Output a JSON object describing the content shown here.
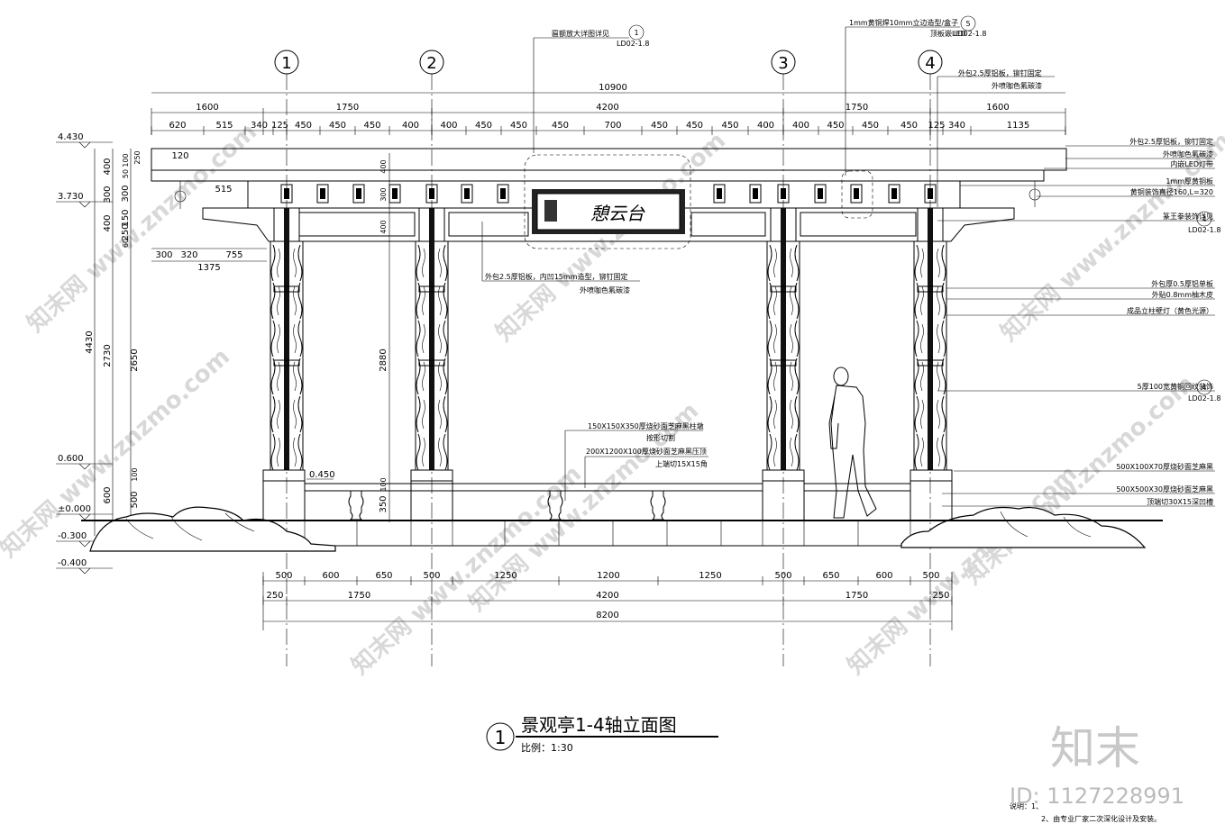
{
  "axes": {
    "a1": "1",
    "a2": "2",
    "a3": "3",
    "a4": "4"
  },
  "callout_top": {
    "text": "匾额放大详图详见",
    "num": "1",
    "ref": "LD02-1.8"
  },
  "callout_top_right": {
    "text1": "1mm黄铜焊10mm立边造型/盒子",
    "text2": "顶板嵌LED",
    "num": "5",
    "ref": "LD02-1.8"
  },
  "dims_top": {
    "total": "10900",
    "row2": [
      "1600",
      "1750",
      "4200",
      "1750",
      "1600"
    ],
    "row3": [
      "620",
      "515",
      "340",
      "125",
      "450",
      "450",
      "450",
      "400",
      "400",
      "450",
      "450",
      "450",
      "700",
      "450",
      "450",
      "450",
      "400",
      "400",
      "450",
      "450",
      "450",
      "125",
      "340",
      "1135"
    ]
  },
  "elev": {
    "e1": "4.430",
    "e2": "3.730",
    "e3": "0.600",
    "e4": "±0.000",
    "e5": "-0.300",
    "e6": "-0.400",
    "bench": "0.450"
  },
  "left_dims": {
    "outer": "4430",
    "mid1": "2730",
    "mid2": "600",
    "mid3": "300",
    "a": [
      "400",
      "300",
      "400",
      "150",
      "250",
      "60"
    ],
    "b": [
      "50",
      "100",
      "250",
      "300",
      "150"
    ],
    "col": "2650",
    "base": [
      "100",
      "500",
      "300"
    ],
    "small": [
      "120",
      "515",
      "300",
      "320",
      "755",
      "1375"
    ]
  },
  "center_dims": {
    "h1": "400",
    "h2": "300",
    "h3": "400",
    "h4": "2880",
    "h5": "100",
    "h6": "350"
  },
  "sign_text": "憩云台",
  "right_notes": [
    "外包2.5厚铝板，铆钉固定",
    "外喷咖色氟碳漆",
    "内嵌LED灯带",
    "1mm厚黄铜板",
    "黄铜装饰直径160,L=320",
    "篆王拳装饰详见",
    "外包厚0.5厚铝单板",
    "外贴0.8mm柚木皮",
    "成品立柱壁灯（黄色光源）",
    "5厚100宽黄铜回纹装饰",
    "500X100X70厚烧砂面芝麻黑",
    "500X500X30厚烧砂面芝麻黑",
    "顶端切30X15深凹槽"
  ],
  "right_top_notes": [
    "外包2.5厚铝板，铆钉固定",
    "外喷咖色氟碳漆"
  ],
  "ref_circles": [
    {
      "num": "4",
      "ref": "LD02-1.8"
    },
    {
      "num": "4",
      "ref": "LD02-1.8"
    }
  ],
  "center_notes": [
    "外包2.5厚铝板，内凹15mm造型，铆钉固定",
    "外喷咖色氟碳漆"
  ],
  "bench_notes": [
    "150X150X350厚烧砂面芝麻黑柱墩",
    "按形切割",
    "200X1200X100厚烧砂面芝麻黑压顶",
    "上端切15X15角"
  ],
  "dims_bottom": {
    "row1": [
      "500",
      "600",
      "650",
      "500",
      "1250",
      "1200",
      "1250",
      "500",
      "650",
      "600",
      "500"
    ],
    "row2": [
      "250",
      "1750",
      "4200",
      "1750",
      "250"
    ],
    "total": "8200"
  },
  "title": {
    "num": "1",
    "main": "景观亭1-4轴立面图",
    "scale": "比例：1:30"
  },
  "footer_notes": [
    "说明：1、",
    "2、由专业厂家二次深化设计及安装。"
  ],
  "brand": {
    "logo": "知末",
    "id": "ID: 1127228991",
    "watermark": "知末网 www.znzmo.com"
  }
}
